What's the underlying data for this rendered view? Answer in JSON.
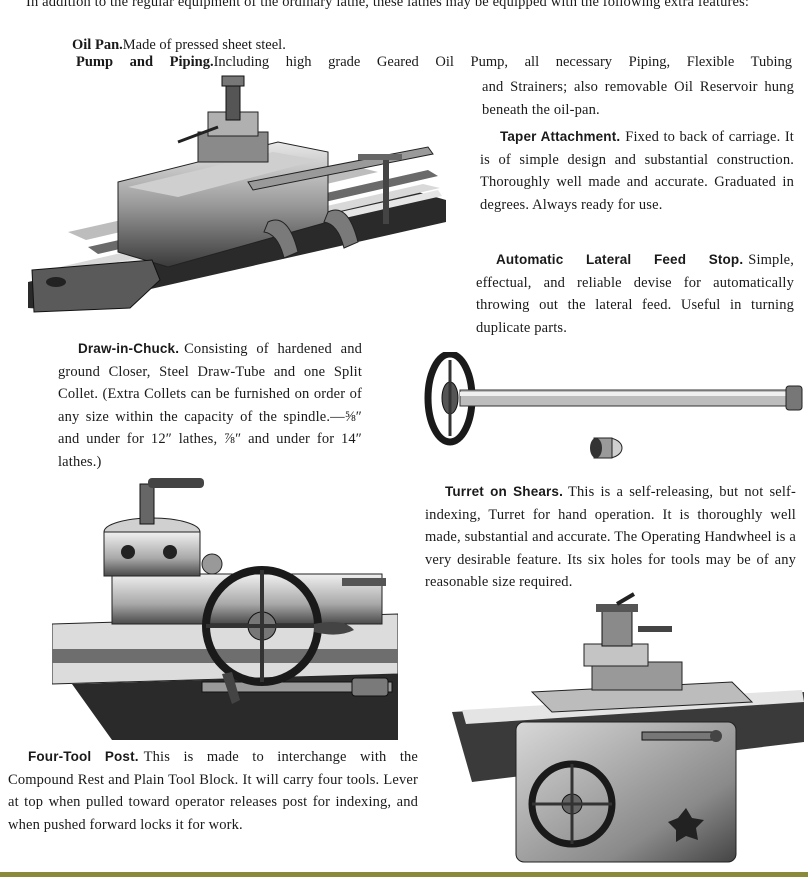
{
  "intro": "In addition to the regular equipment of the ordinary lathe, these lathes may be equipped with the following extra features:",
  "features": {
    "oil_pan": {
      "title": "Oil Pan.",
      "text": "Made of pressed sheet steel."
    },
    "pump_piping": {
      "title": "Pump and Piping.",
      "text_line1": "Including high grade Geared Oil Pump, all necessary Piping, Flexible Tubing",
      "text_rest": "and Strainers; also removable Oil Reservoir hung beneath the oil-pan."
    },
    "taper_attachment": {
      "title": "Taper Attachment.",
      "text": "Fixed to back of carriage. It is of simple design and substantial construction. Thoroughly well made and accurate. Graduated in degrees. Always ready for use."
    },
    "lateral_feed_stop": {
      "title": "Automatic Lateral Feed Stop.",
      "text": "Simple, effectual, and reliable devise for automatically throwing out the lateral feed. Useful in turning duplicate parts."
    },
    "draw_in_chuck": {
      "title": "Draw-in-Chuck.",
      "text": "Consisting of hardened and ground Closer, Steel Draw-Tube and one Split Collet. (Extra Collets can be furnished on order of any size within the capacity of the spindle.—⅝″ and under for 12″ lathes, ⅞″ and under for 14″ lathes.)"
    },
    "turret_on_shears": {
      "title": "Turret on Shears.",
      "text": "This is a self-releasing, but not self-indexing, Turret for hand operation. It is thoroughly well made, substantial and accurate. The Operating Handwheel is a very desirable feature. Its six holes for tools may be of any reasonable size required."
    },
    "four_tool_post": {
      "title": "Four-Tool Post.",
      "text": "This is made to interchange with the Compound Rest and Plain Tool Block. It will carry four tools. Lever at top when pulled toward operator releases post for indexing, and when pushed forward locks it for work."
    }
  },
  "colors": {
    "ink": "#1a1a1a",
    "paper": "#ffffff",
    "rule": "#8a8a3a"
  }
}
